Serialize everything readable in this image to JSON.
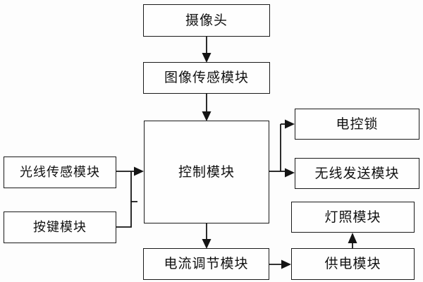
{
  "diagram": {
    "title": "",
    "type": "block-flow-diagram",
    "background_color": "#fdfdfd",
    "line_color": "#141414",
    "box_border_color": "#1a1a1a",
    "box_fill_color": "#fefefe",
    "nodes": [
      {
        "id": "camera",
        "label": "摄像头"
      },
      {
        "id": "image_sensor",
        "label": "图像传感模块"
      },
      {
        "id": "control",
        "label": "控制模块"
      },
      {
        "id": "light_sensor",
        "label": "光线传感模块"
      },
      {
        "id": "key",
        "label": "按键模块"
      },
      {
        "id": "lock",
        "label": "电控锁"
      },
      {
        "id": "wireless",
        "label": "无线发送模块"
      },
      {
        "id": "lighting",
        "label": "灯照模块"
      },
      {
        "id": "power",
        "label": "供电模块"
      },
      {
        "id": "current",
        "label": "电流调节模块"
      }
    ],
    "edges": [
      {
        "from": "camera",
        "to": "image_sensor",
        "direction": "down"
      },
      {
        "from": "image_sensor",
        "to": "control",
        "direction": "down"
      },
      {
        "from": "light_sensor",
        "to": "control",
        "direction": "right"
      },
      {
        "from": "key",
        "to": "control",
        "direction": "right"
      },
      {
        "from": "control",
        "to": "lock",
        "direction": "right"
      },
      {
        "from": "control",
        "to": "wireless",
        "direction": "right"
      },
      {
        "from": "control",
        "to": "current",
        "direction": "down"
      },
      {
        "from": "current",
        "to": "power",
        "direction": "right"
      },
      {
        "from": "power",
        "to": "lighting",
        "direction": "up"
      }
    ]
  }
}
